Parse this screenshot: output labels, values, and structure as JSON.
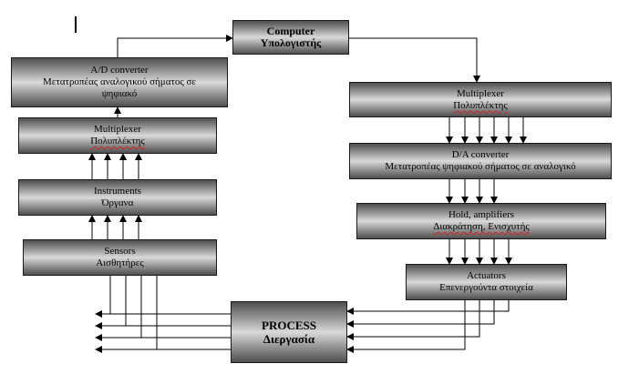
{
  "diagram": {
    "boxes": {
      "computer": {
        "line1": "Computer",
        "line2": "Υπολογιστής"
      },
      "ad_converter": {
        "line1": "A/D converter",
        "line2": "Μετατροπέας αναλογικού σήματος σε",
        "line3": "ψηφιακό"
      },
      "mux_left": {
        "line1": "Multiplexer",
        "line2": "Πολυπλέκτης"
      },
      "instruments": {
        "line1": "Instruments",
        "line2": "Όργανα"
      },
      "sensors": {
        "line1": "Sensors",
        "line2": "Αισθητήρες"
      },
      "mux_right": {
        "line1": "Multiplexer",
        "line2": "Πολυπλέκτης"
      },
      "da_converter": {
        "line1": "D/A converter",
        "line2": "Μετατροπέας ψηφιακού σήματος σε αναλογικό"
      },
      "hold_amp": {
        "line1": "Hold, amplifiers",
        "line2": "Διακράτηση, Ενισχυτής"
      },
      "actuators": {
        "line1": "Actuators",
        "line2": "Επενεργούντα στοιχεία"
      },
      "process": {
        "line1": "PROCESS",
        "line2": "Διεργασία"
      }
    }
  }
}
